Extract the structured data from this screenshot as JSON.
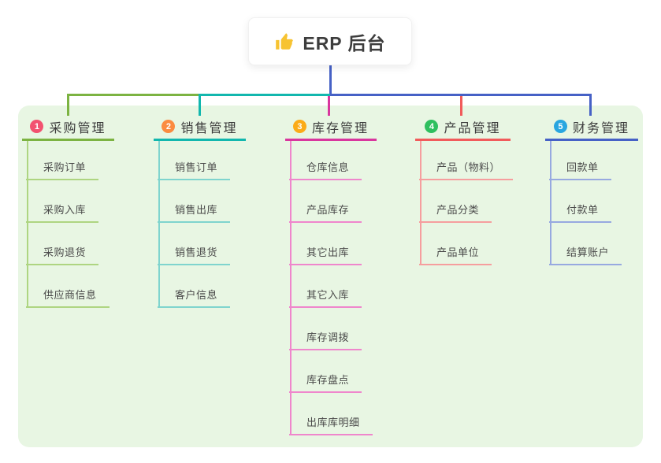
{
  "root": {
    "label": "ERP 后台",
    "icon": "thumbs-up-icon"
  },
  "colors": {
    "panel_bg": "#e8f6e3",
    "connector_blue": "#4661c6",
    "root_icon": "#f7c331"
  },
  "branches": [
    {
      "index": "1",
      "label": "采购管理",
      "color": "#7cb342",
      "light": "#aed581",
      "badge": "#f25270",
      "items": [
        "采购订单",
        "采购入库",
        "采购退货",
        "供应商信息"
      ]
    },
    {
      "index": "2",
      "label": "销售管理",
      "color": "#12b7ae",
      "light": "#7fd4ce",
      "badge": "#fb8b40",
      "items": [
        "销售订单",
        "销售出库",
        "销售退货",
        "客户信息"
      ]
    },
    {
      "index": "3",
      "label": "库存管理",
      "color": "#d9369e",
      "light": "#ef86cc",
      "badge": "#fbab18",
      "items": [
        "仓库信息",
        "产品库存",
        "其它出库",
        "其它入库",
        "库存调拨",
        "库存盘点",
        "出库库明细"
      ]
    },
    {
      "index": "4",
      "label": "产品管理",
      "color": "#f15b5b",
      "light": "#f69e9e",
      "badge": "#2fbf5f",
      "items": [
        "产品（物料）",
        "产品分类",
        "产品单位"
      ]
    },
    {
      "index": "5",
      "label": "财务管理",
      "color": "#4661c6",
      "light": "#97a9e0",
      "badge": "#29a6e0",
      "items": [
        "回款单",
        "付款单",
        "结算账户"
      ]
    }
  ]
}
